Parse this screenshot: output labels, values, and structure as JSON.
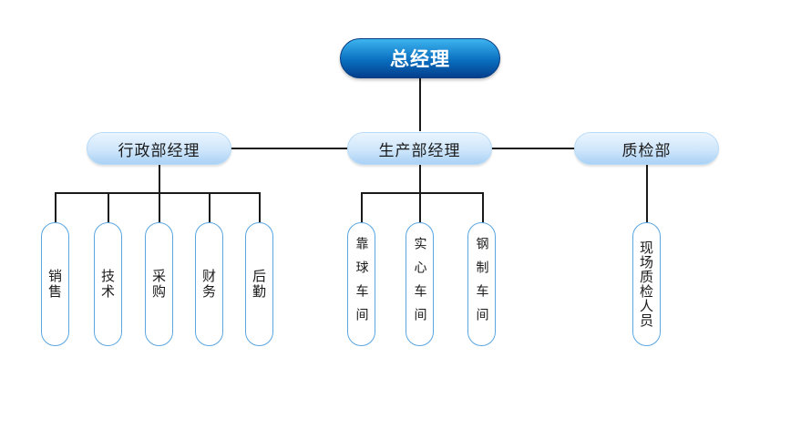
{
  "root": {
    "label": "总经理"
  },
  "managers": {
    "admin": {
      "label": "行政部经理"
    },
    "production": {
      "label": "生产部经理"
    },
    "quality": {
      "label": "质检部"
    }
  },
  "departments": {
    "admin": [
      "销售",
      "技术",
      "采购",
      "财务",
      "后勤"
    ],
    "production": [
      "靠球车间",
      "实心车间",
      "钢制车间"
    ],
    "quality": [
      "现场质检人员"
    ]
  },
  "colors": {
    "root_top": "#3db4ef",
    "root_bottom": "#043f8d",
    "manager_fill": "#cfe6fb",
    "leaf_border": "#5ba7e2",
    "connector": "#1a1a1a"
  }
}
